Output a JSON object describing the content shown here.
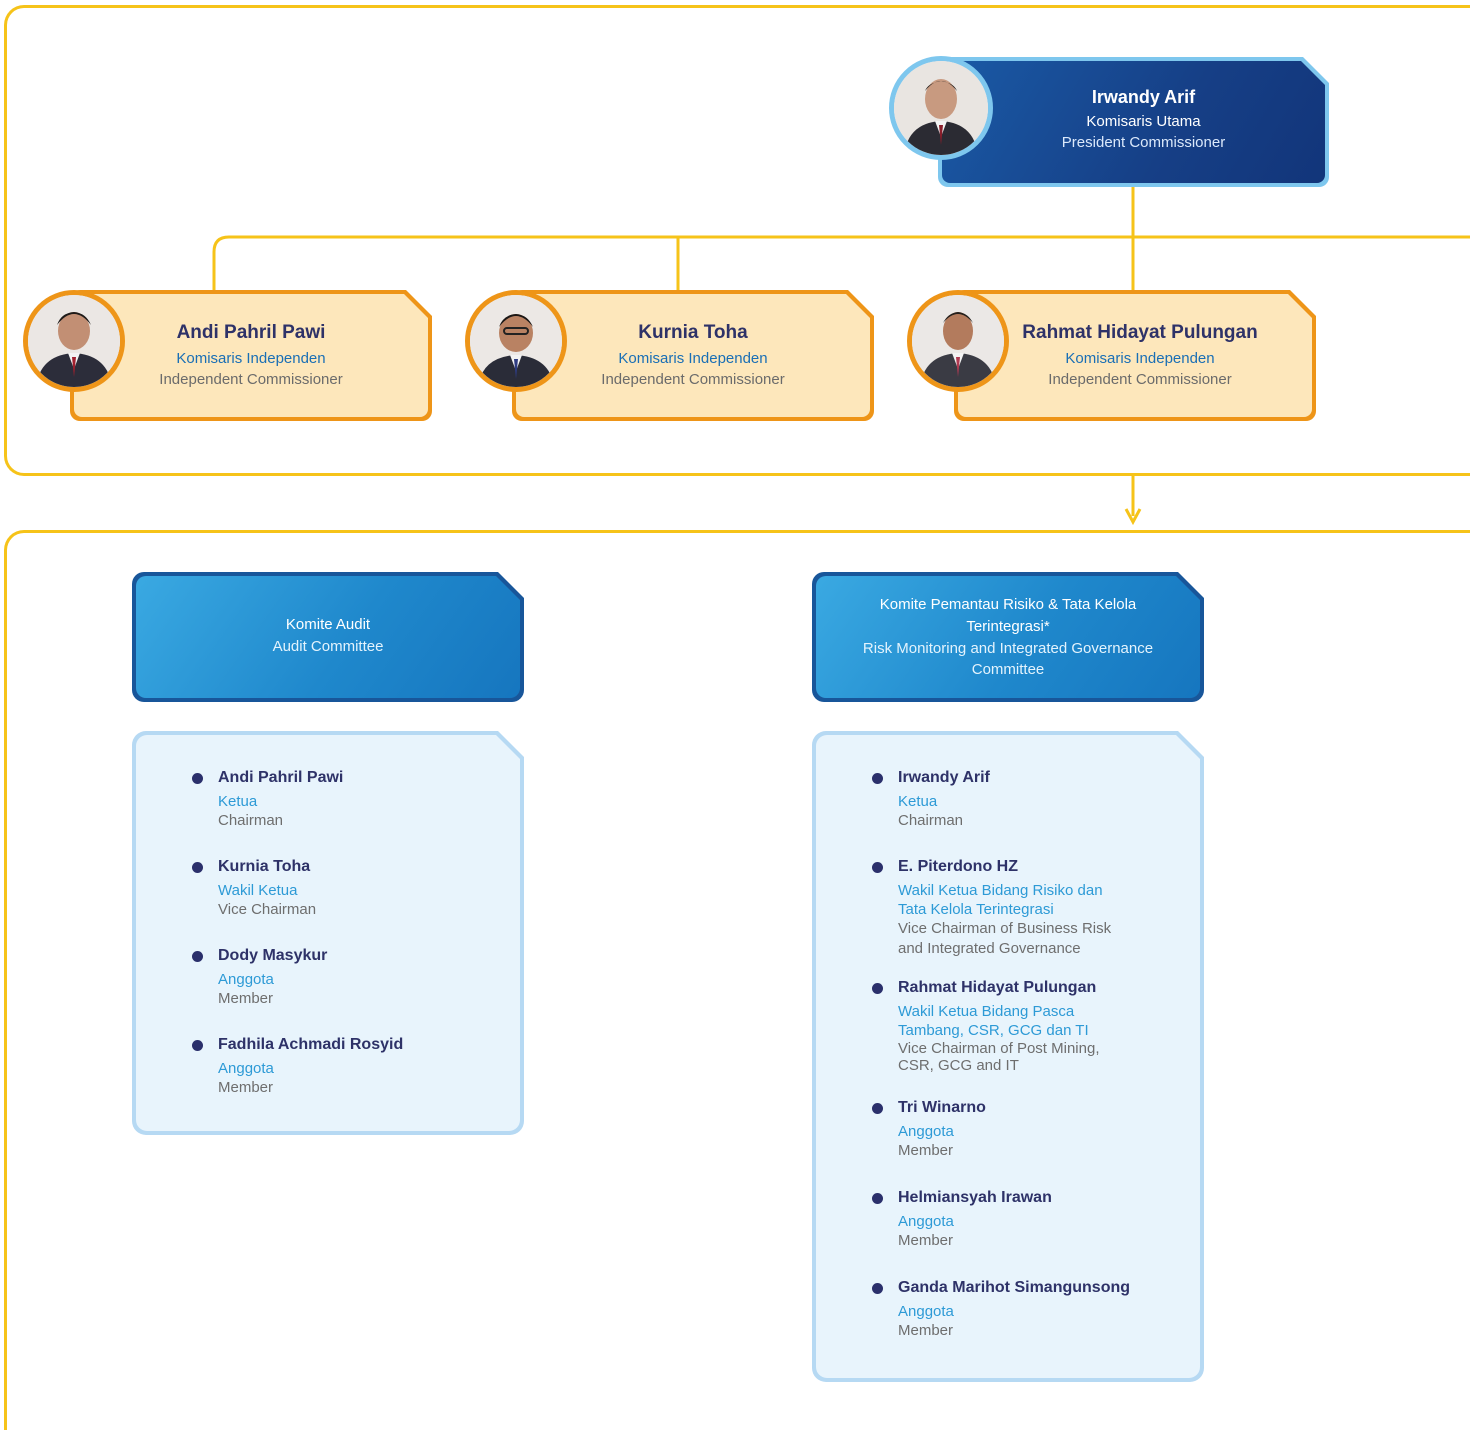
{
  "president": {
    "name": "Irwandy Arif",
    "role_id": "Komisaris Utama",
    "role_en": "President Commissioner"
  },
  "commissioners": [
    {
      "name": "Andi Pahril Pawi",
      "role_id": "Komisaris Independen",
      "role_en": "Independent Commissioner"
    },
    {
      "name": "Kurnia Toha",
      "role_id": "Komisaris Independen",
      "role_en": "Independent Commissioner"
    },
    {
      "name": "Rahmat Hidayat Pulungan",
      "role_id": "Komisaris Independen",
      "role_en": "Independent Commissioner"
    }
  ],
  "committees": [
    {
      "title_id": "Komite Audit",
      "title_en": "Audit Committee",
      "members": [
        {
          "name": "Andi Pahril Pawi",
          "role_id": "Ketua",
          "role_en": "Chairman"
        },
        {
          "name": "Kurnia Toha",
          "role_id": "Wakil Ketua",
          "role_en": "Vice Chairman"
        },
        {
          "name": "Dody Masykur",
          "role_id": "Anggota",
          "role_en": "Member"
        },
        {
          "name": "Fadhila Achmadi Rosyid",
          "role_id": "Anggota",
          "role_en": "Member"
        }
      ]
    },
    {
      "title_id_1": "Komite Pemantau Risiko & Tata Kelola",
      "title_id_2": "Terintegrasi*",
      "title_en_1": "Risk Monitoring and Integrated Governance",
      "title_en_2": "Committee",
      "members": [
        {
          "name": "Irwandy Arif",
          "role_id": "Ketua",
          "role_en": "Chairman"
        },
        {
          "name": "E. Piterdono HZ",
          "role_id_1": "Wakil Ketua Bidang Risiko dan",
          "role_id_2": "Tata Kelola Terintegrasi",
          "role_en_1": "Vice Chairman of Business Risk",
          "role_en_2": "and Integrated Governance"
        },
        {
          "name": "Rahmat Hidayat Pulungan",
          "role_id_1": "Wakil Ketua Bidang Pasca",
          "role_id_2": "Tambang, CSR, GCG dan TI",
          "role_en_1": "Vice Chairman of Post Mining,",
          "role_en_2": "CSR, GCG and IT"
        },
        {
          "name": "Tri Winarno",
          "role_id": "Anggota",
          "role_en": "Member"
        },
        {
          "name": "Helmiansyah Irawan",
          "role_id": "Anggota",
          "role_en": "Member"
        },
        {
          "name": "Ganda Marihot Simangunsong",
          "role_id": "Anggota",
          "role_en": "Member"
        }
      ]
    }
  ],
  "colors": {
    "frame": "#f6c319",
    "president_fill": "#163f86",
    "member_border": "#ee9518",
    "member_fill": "#fde7bb",
    "committee_fill": "#1f88cc",
    "list_fill": "#e8f4fc"
  }
}
